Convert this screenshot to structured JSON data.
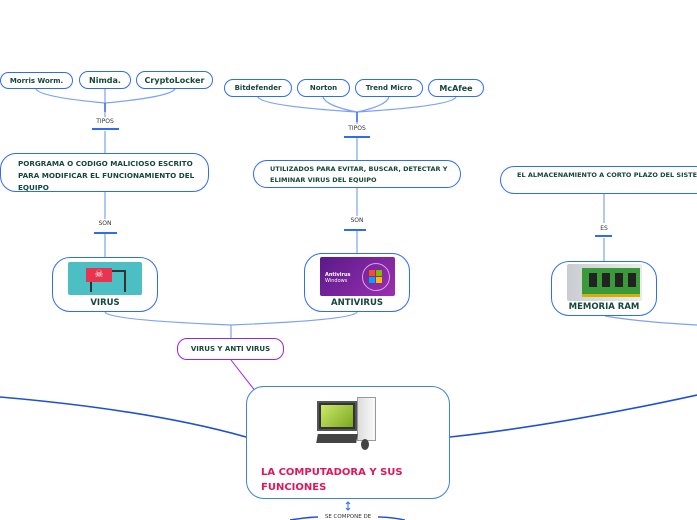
{
  "central": {
    "title": "LA COMPUTADORA Y SUS FUNCIONES",
    "below_label": "SE COMPONE DE",
    "icon": "desktop-computer-icon"
  },
  "virus_branch": {
    "hub": "VIRUS Y ANTI VIRUS",
    "virus": {
      "label": "VIRUS",
      "connector": "SON",
      "definition": "PORGRAMA O CODIGO MALICIOSO ESCRITO PARA MODIFICAR EL FUNCIONAMIENTO DEL EQUIPO",
      "types_label": "TIPOS",
      "types": [
        "Morris Worm.",
        "Nimda.",
        "CryptoLocker"
      ]
    },
    "antivirus": {
      "label": "ANTIVIRUS",
      "image_text": "Antivirus",
      "image_subtext": "Windows",
      "connector": "SON",
      "definition": "UTILIZADOS PARA EVITAR, BUSCAR, DETECTAR Y ELIMINAR VIRUS DEL EQUIPO",
      "types_label": "TIPOS",
      "types": [
        "Bitdefender",
        "Norton",
        "Trend Micro",
        "McAfee"
      ]
    }
  },
  "ram_branch": {
    "label": "MEMORIA RAM",
    "connector": "ES",
    "definition": "EL ALMACENAMIENTO A CORTO PLAZO DEL SISTEMA"
  },
  "colors": {
    "accent": "#2f6df0",
    "title": "#e0165a",
    "text": "#16473b",
    "hub_border": "#a020f0"
  }
}
